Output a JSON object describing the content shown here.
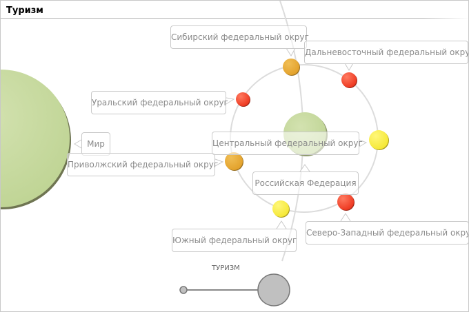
{
  "header": {
    "title": "Туризм"
  },
  "colors": {
    "green": "#c5d89c",
    "orange": "#e8ab34",
    "red": "#f04028",
    "yellow": "#f8ee48",
    "ring": "#dddddd",
    "legend": "#c0c0c0"
  },
  "nodes": {
    "world": "Мир",
    "russia": "Российская Федерация",
    "siberian": "Сибирский федеральный округ",
    "far_east": "Дальневосточный федеральный округ",
    "ural": "Уральский федеральный округ",
    "central": "Центральный федеральный округ",
    "volga": "Приволжский федеральный округ",
    "south": "Южный федеральный округ",
    "north_west": "Северо-Западный федеральный округ"
  },
  "legend": {
    "title": "ТУРИЗМ"
  }
}
